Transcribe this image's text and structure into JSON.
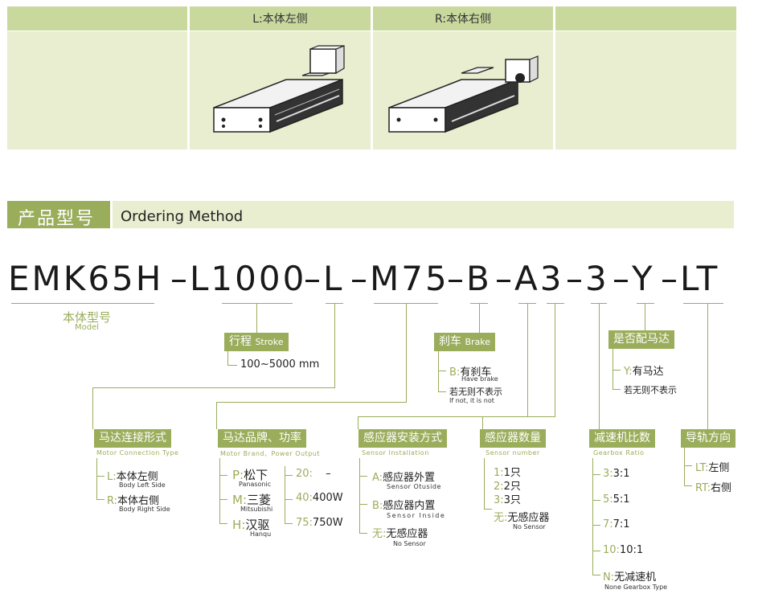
{
  "table": {
    "headers": [
      "",
      "L:本体左侧",
      "R:本体右侧",
      ""
    ]
  },
  "section": {
    "title_cn": "产品型号",
    "title_en": "Ordering Method"
  },
  "code": {
    "segments": [
      "EMK65H",
      "–L1000",
      "–L",
      "–M75",
      "–B",
      "–A3",
      "–3",
      "–Y",
      "–LT"
    ]
  },
  "model": {
    "cn": "本体型号",
    "en": "Model"
  },
  "stroke": {
    "label_cn": "行程",
    "label_en": "Stroke",
    "value": "100~5000 mm"
  },
  "brake": {
    "label_cn": "刹车",
    "label_en": "Brake",
    "opt1_key": "B:",
    "opt1_val": "有刹车",
    "opt1_en": "Have brake",
    "opt2_val": "若无则不表示",
    "opt2_en": "If not, it is not"
  },
  "motor_yn": {
    "label": "是否配马达",
    "opt1_key": "Y:",
    "opt1_val": "有马达",
    "opt2_val": "若无则不表示"
  },
  "conn": {
    "label": "马达连接形式",
    "label_en": "Motor Connection Type",
    "items": [
      {
        "key": "L:",
        "val": "本体左侧",
        "en": "Body Left Side"
      },
      {
        "key": "R:",
        "val": "本体右侧",
        "en": "Body Right Side"
      }
    ]
  },
  "brand": {
    "label": "马达品牌、功率",
    "label_en": "Motor Brand、Power Output",
    "items": [
      {
        "key": "P:",
        "val": "松下",
        "en": "Panasonic"
      },
      {
        "key": "M:",
        "val": "三菱",
        "en": "Mitsubishi"
      },
      {
        "key": "H:",
        "val": "汉驱",
        "en": "Hanqu"
      }
    ],
    "power": [
      {
        "key": "20:",
        "val": "–"
      },
      {
        "key": "40:",
        "val": "400W"
      },
      {
        "key": "75:",
        "val": "750W"
      }
    ]
  },
  "sensor": {
    "label": "感应器安装方式",
    "label_en": "Sensor Installation",
    "items": [
      {
        "key": "A:",
        "val": "感应器外置",
        "en": "Sensor Otuside"
      },
      {
        "key": "B:",
        "val": "感应器内置",
        "en": "Sensor Inside"
      },
      {
        "key": "无:",
        "val": "无感应器",
        "en": "No Sensor"
      }
    ]
  },
  "sensor_num": {
    "label": "感应器数量",
    "label_en": "Sensor number",
    "items": [
      {
        "key": "1:",
        "val": "1只"
      },
      {
        "key": "2:",
        "val": "2只"
      },
      {
        "key": "3:",
        "val": "3只"
      }
    ],
    "none_key": "无:",
    "none_val": "无感应器",
    "none_en": "No Sensor"
  },
  "gear": {
    "label": "减速机比数",
    "label_en": "Gearbox Ratio",
    "items": [
      {
        "key": "3:",
        "val": "3:1"
      },
      {
        "key": "5:",
        "val": "5:1"
      },
      {
        "key": "7:",
        "val": "7:1"
      },
      {
        "key": "10:",
        "val": "10:1"
      },
      {
        "key": "N:",
        "val": "无减速机",
        "en": "None Gearbox Type"
      }
    ]
  },
  "guide": {
    "label": "导轨方向",
    "items": [
      {
        "key": "LT:",
        "val": "左侧"
      },
      {
        "key": "RT:",
        "val": "右侧"
      }
    ]
  }
}
